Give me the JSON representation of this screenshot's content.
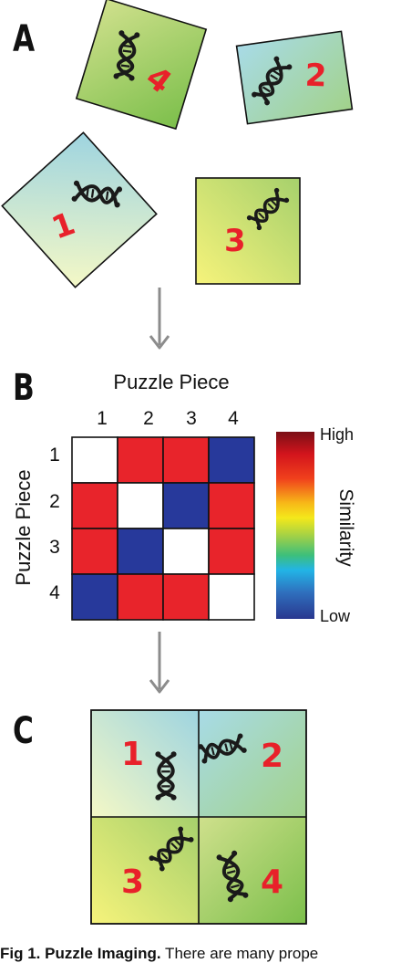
{
  "panels": {
    "a": "A",
    "b": "B",
    "c": "C"
  },
  "pieces": [
    {
      "number": "1",
      "gradient": [
        "#f3f7c8",
        "#9fd4df"
      ]
    },
    {
      "number": "2",
      "gradient": [
        "#a9dbe6",
        "#9fd08a"
      ]
    },
    {
      "number": "3",
      "gradient": [
        "#f6f37a",
        "#a6cf6a"
      ]
    },
    {
      "number": "4",
      "gradient": [
        "#c8dd8a",
        "#7cbf4a"
      ]
    }
  ],
  "matrix": {
    "column_title": "Puzzle Piece",
    "row_title": "Puzzle Piece",
    "column_labels": [
      "1",
      "2",
      "3",
      "4"
    ],
    "row_labels": [
      "1",
      "2",
      "3",
      "4"
    ],
    "cells": [
      [
        "white",
        "high",
        "high",
        "low"
      ],
      [
        "high",
        "white",
        "low",
        "high"
      ],
      [
        "high",
        "low",
        "white",
        "high"
      ],
      [
        "low",
        "high",
        "high",
        "white"
      ]
    ],
    "cell_colors": {
      "white": "#ffffff",
      "high": "#e8242b",
      "low": "#27399b"
    }
  },
  "colorbar": {
    "title": "Similarity",
    "high_label": "High",
    "low_label": "Low",
    "stops": [
      "#7a0f16",
      "#d3141c",
      "#f3561c",
      "#f7c318",
      "#f4e81b",
      "#9fd048",
      "#3dbf7b",
      "#22b4e6",
      "#2f6fbd",
      "#29378f"
    ]
  },
  "caption": {
    "bold": "Fig 1. Puzzle Imaging.",
    "text": " There are many prope"
  },
  "colors": {
    "arrow": "#8c8c8c",
    "number_red": "#e8212a"
  }
}
